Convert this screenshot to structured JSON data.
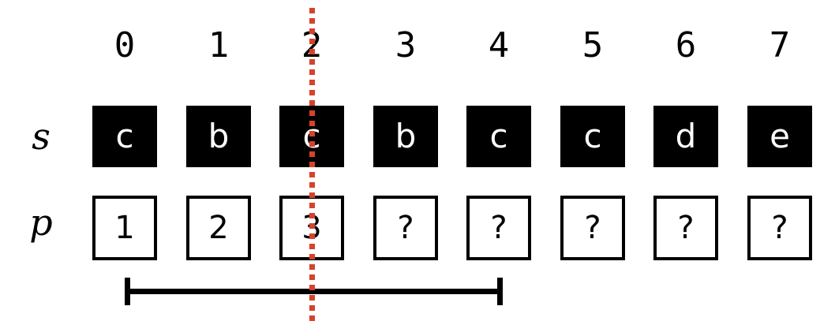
{
  "figure": {
    "row_labels": {
      "sequence": "s",
      "prefix": "p"
    },
    "indices": [
      "0",
      "1",
      "2",
      "3",
      "4",
      "5",
      "6",
      "7"
    ],
    "sequence_row": {
      "name": "s",
      "cells": [
        "c",
        "b",
        "c",
        "b",
        "c",
        "c",
        "d",
        "e"
      ]
    },
    "prefix_row": {
      "name": "p",
      "cells": [
        "1",
        "2",
        "3",
        "?",
        "?",
        "?",
        "?",
        "?"
      ]
    },
    "cursor": {
      "label": "cursor-line",
      "index": 2,
      "color": "#d6422b",
      "style": "dotted"
    },
    "span_bar": {
      "label": "span-bar",
      "start_index": 0,
      "end_index": 4,
      "color": "#000000"
    }
  }
}
